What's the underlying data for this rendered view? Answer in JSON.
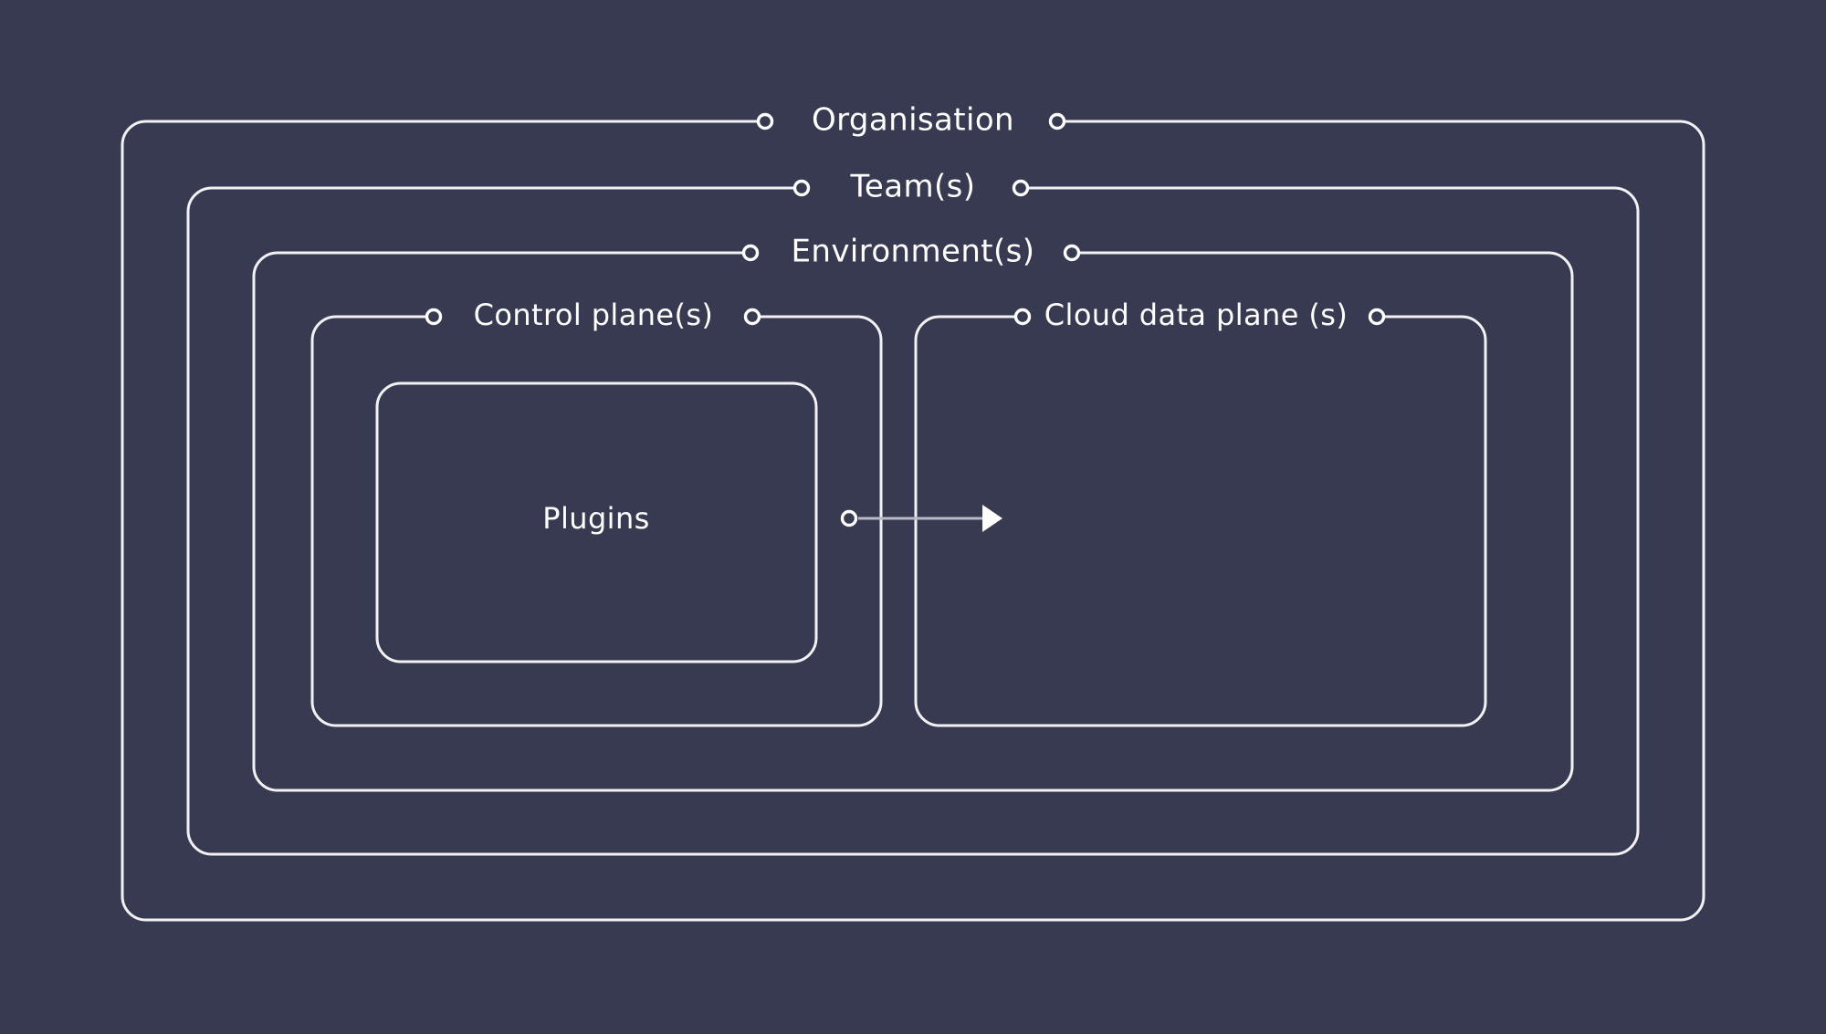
{
  "diagram": {
    "title": "Organisation",
    "background_color": "#373a50",
    "stroke_color": "#f2f2f4",
    "accent_color": "#ffffff",
    "flow_color": "#b9bac7",
    "levels": [
      {
        "id": "organisation",
        "label": "Organisation",
        "depth": 1
      },
      {
        "id": "team",
        "label": "Team(s)",
        "depth": 2
      },
      {
        "id": "environment",
        "label": "Environment(s)",
        "depth": 3
      },
      {
        "id": "control-plane",
        "label": "Control plane(s)",
        "depth": 4
      },
      {
        "id": "cloud-data-plane",
        "label": "Cloud data plane (s)",
        "depth": 4
      },
      {
        "id": "plugins",
        "label": "Plugins",
        "depth": 5
      }
    ],
    "connection": {
      "from": "plugins",
      "to": "cloud-data-plane",
      "style": "arrow"
    }
  }
}
